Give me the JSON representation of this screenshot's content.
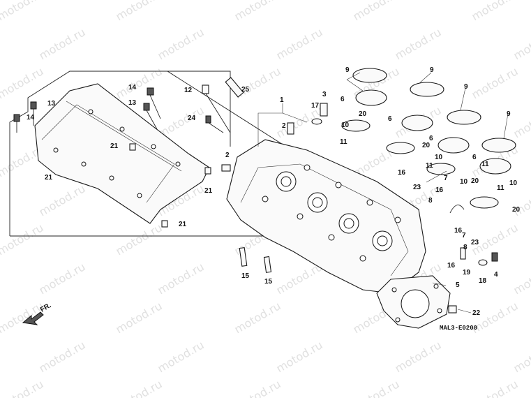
{
  "watermark": "motod.ru",
  "diagram_code": "MAL3-E0200",
  "front_label": "FR.",
  "callouts": [
    "1",
    "2",
    "2",
    "3",
    "4",
    "5",
    "6",
    "6",
    "6",
    "6",
    "7",
    "7",
    "8",
    "8",
    "9",
    "9",
    "9",
    "9",
    "10",
    "10",
    "10",
    "10",
    "11",
    "11",
    "11",
    "11",
    "12",
    "13",
    "13",
    "14",
    "14",
    "15",
    "15",
    "16",
    "16",
    "16",
    "16",
    "17",
    "18",
    "19",
    "20",
    "20",
    "20",
    "20",
    "21",
    "21",
    "21",
    "21",
    "22",
    "23",
    "23",
    "24",
    "25"
  ]
}
